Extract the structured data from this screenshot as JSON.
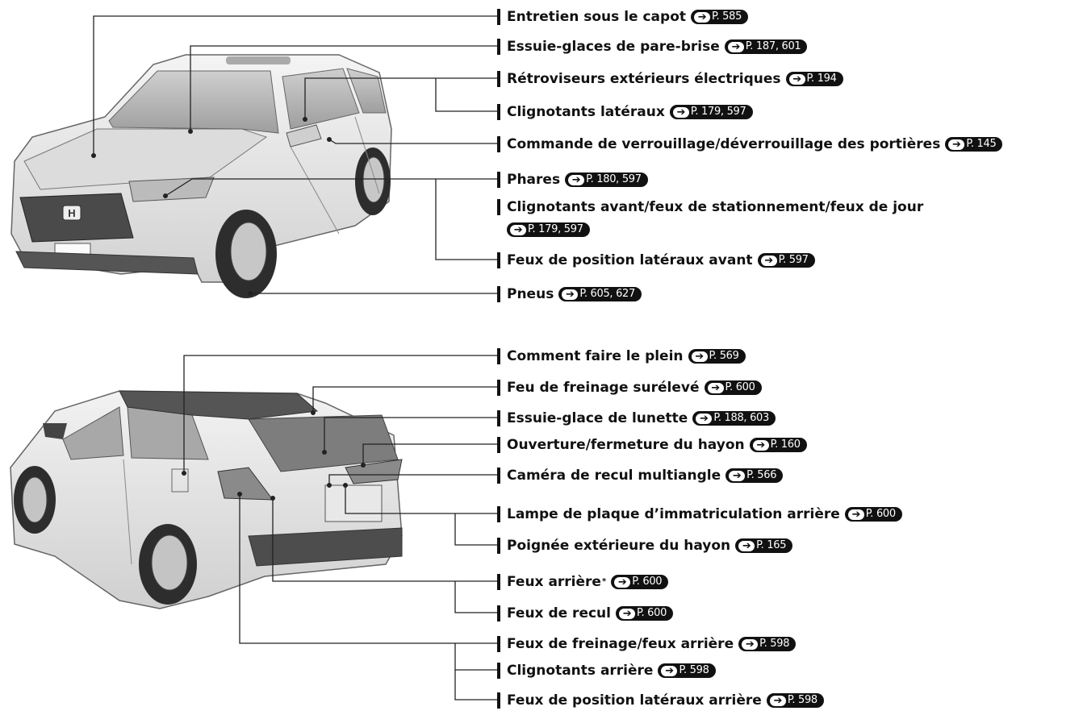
{
  "front_callouts": [
    {
      "label": "Entretien sous le capot",
      "ref": "P. 585"
    },
    {
      "label": "Essuie-glaces de pare-brise",
      "ref": "P. 187, 601"
    },
    {
      "label": "Rétroviseurs extérieurs électriques",
      "ref": "P. 194"
    },
    {
      "label": "Clignotants latéraux",
      "ref": "P. 179, 597"
    },
    {
      "label": "Commande de verrouillage/déverrouillage des portières",
      "ref": "P. 145"
    },
    {
      "label": "Phares",
      "ref": "P. 180, 597"
    },
    {
      "label": "Clignotants avant/feux de stationnement/feux de jour",
      "ref": "P. 179, 597"
    },
    {
      "label": "Feux de position latéraux avant",
      "ref": "P. 597"
    },
    {
      "label": "Pneus",
      "ref": "P. 605, 627"
    }
  ],
  "rear_callouts": [
    {
      "label": "Comment faire le plein",
      "ref": "P. 569"
    },
    {
      "label": "Feu de freinage surélevé",
      "ref": "P. 600"
    },
    {
      "label": "Essuie-glace de lunette",
      "ref": "P. 188, 603"
    },
    {
      "label": "Ouverture/fermeture du hayon",
      "ref": "P. 160"
    },
    {
      "label": "Caméra de recul multiangle",
      "ref": "P. 566"
    },
    {
      "label": "Lampe de plaque d’immatriculation arrière",
      "ref": "P. 600"
    },
    {
      "label": "Poignée extérieure du hayon",
      "ref": "P. 165"
    },
    {
      "label": "Feux arrière",
      "asterisk": "*",
      "ref": "P. 600"
    },
    {
      "label": "Feux de recul",
      "ref": "P. 600"
    },
    {
      "label": "Feux de freinage/feux arrière",
      "ref": "P. 598"
    },
    {
      "label": "Clignotants arrière",
      "ref": "P. 598"
    },
    {
      "label": "Feux de position latéraux arrière",
      "ref": "P. 598"
    }
  ],
  "icons": {
    "ref_arrow": "arrow-right-icon",
    "badge": "honda-logo-icon"
  },
  "colors": {
    "ink": "#111111",
    "car_body": "#e6e6e6",
    "glass": "#bdbdbd"
  }
}
